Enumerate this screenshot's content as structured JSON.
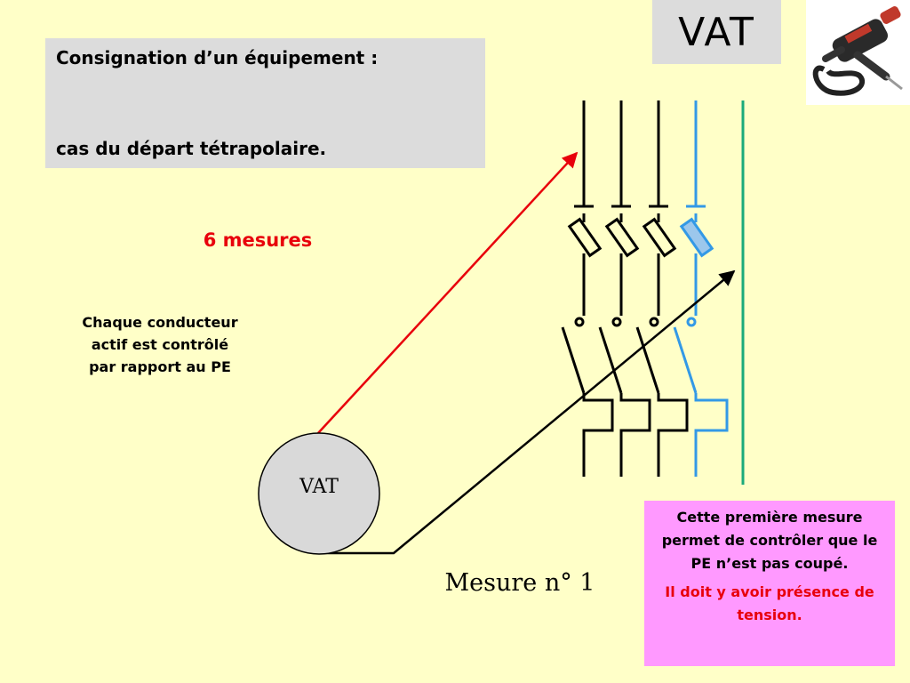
{
  "title": {
    "line1": "Consignation d’un équipement :",
    "line2": "cas du départ tétrapolaire."
  },
  "vat_header": "VAT",
  "six_mesures": "6 mesures",
  "description": [
    "Chaque conducteur",
    "actif est contrôlé",
    "par rapport au PE"
  ],
  "vat_device_label": "VAT",
  "mesure_label": "Mesure n° 1",
  "info_box": {
    "text1": "Cette première mesure permet de contrôler que le PE n’est pas coupé.",
    "text2": "Il doit y avoir présence de tension."
  },
  "colors": {
    "background": "#FFFFC8",
    "title_box": "#DCDCDC",
    "accent_red": "#E8000B",
    "neutral_blue": "#3399E6",
    "pe_green": "#1BAA7A",
    "info_box": "#FF99FF"
  },
  "icons": [
    "voltage-tester-photo"
  ]
}
